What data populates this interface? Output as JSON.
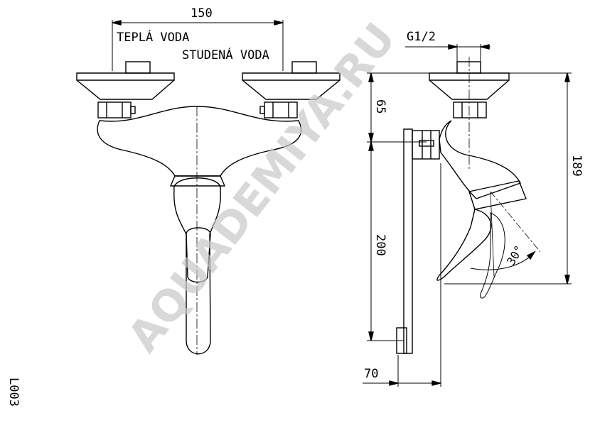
{
  "front_view": {
    "dim_spacing": "150",
    "label_hot": "TEPLÁ VODA",
    "label_cold": "STUDENÁ VODA"
  },
  "side_view": {
    "dim_thread": "G1/2",
    "dim_65": "65",
    "dim_200": "200",
    "dim_189": "189",
    "dim_70": "70",
    "dim_angle": "30°"
  },
  "code": "L003",
  "watermark": "AQUADEMIYA.RU"
}
